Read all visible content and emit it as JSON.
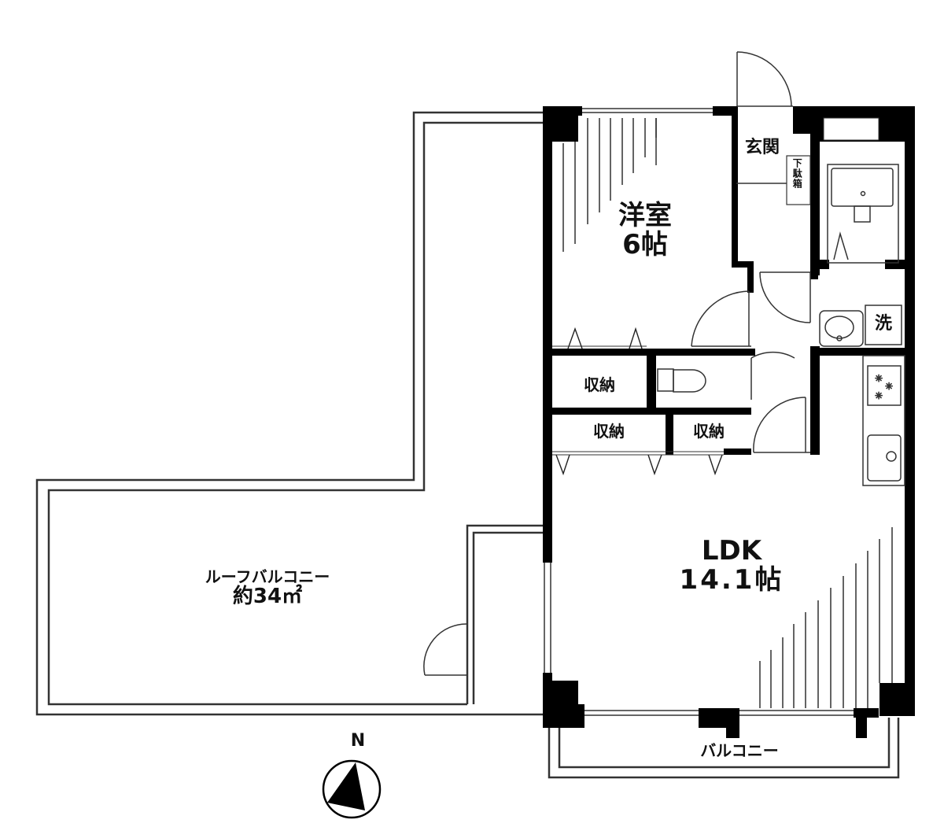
{
  "floor_plan": {
    "rooms": {
      "western_room": {
        "name": "洋室",
        "size": "6帖"
      },
      "entrance": {
        "name": "玄関"
      },
      "shoe_box": {
        "name": "下駄箱"
      },
      "washer": {
        "name": "洗"
      },
      "storage_1": {
        "name": "収納"
      },
      "storage_2": {
        "name": "収納"
      },
      "storage_3": {
        "name": "収納"
      },
      "ldk": {
        "name": "LDK",
        "size": "14.1帖"
      },
      "balcony": {
        "name": "バルコニー"
      },
      "roof_balcony": {
        "name": "ルーフバルコニー",
        "area": "約34㎡"
      }
    },
    "compass": {
      "label": "N"
    },
    "colors": {
      "wall": "#000000",
      "line": "#222222",
      "background": "#ffffff"
    }
  }
}
